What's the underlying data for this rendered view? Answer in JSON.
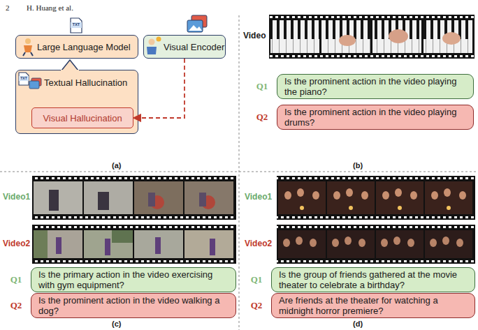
{
  "diagram": {
    "nodes": [
      {
        "text": [
          "Large Language Model"
        ]
      },
      {
        "text": [
          "Visual Encoder"
        ]
      },
      {
        "text": [
          "Textual Hallucination"
        ]
      },
      {
        "text": [
          "Visual Hallucination"
        ],
        "in": 2
      },
      {
        "text": [
          "Q1",
          "Is the prominent action in the video playing the piano?"
        ]
      },
      {
        "text": [
          "Q2",
          "Is the prominent action in the video playing drums?"
        ]
      },
      {
        "text": [
          "Q1",
          "Is the primary action in the video exercising with gym equipment?"
        ]
      },
      {
        "text": [
          "Q2",
          "Is the prominent action in the video walking a dog?"
        ]
      },
      {
        "text": [
          "Q1",
          "Is the group of friends gathered at the movie theater to celebrate a birthday?"
        ]
      },
      {
        "text": [
          "Q2",
          "Are friends at the theater for watching a midnight horror premiere?"
        ]
      }
    ],
    "edges": [
      {
        "from": 1,
        "to": 3,
        "arrow": "to"
      }
    ],
    "labels": [
      "2",
      "H. Huang et al.",
      "TXT",
      "TXT",
      "(a)",
      "Video",
      "(b)",
      "Video1",
      "Video2",
      "(c)",
      "Video1",
      "Video2",
      "(d)"
    ]
  }
}
